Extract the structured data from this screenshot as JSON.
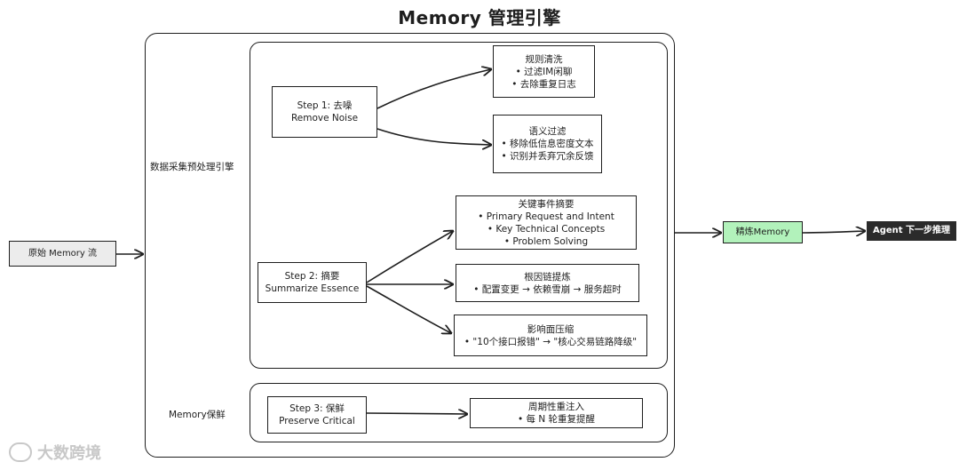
{
  "title": "Memory 管理引擎",
  "input": {
    "label": "原始 Memory 流"
  },
  "engine_label": "数据采集预处理引擎",
  "memory_keep_label": "Memory保鲜",
  "step1": {
    "line1": "Step 1: 去噪",
    "line2": "Remove Noise"
  },
  "step2": {
    "line1": "Step 2: 摘要",
    "line2": "Summarize Essence"
  },
  "step3": {
    "line1": "Step 3: 保鲜",
    "line2": "Preserve Critical"
  },
  "rule_clean": {
    "title": "规则清洗",
    "items": [
      "• 过滤IM闲聊",
      "• 去除重复日志"
    ]
  },
  "semantic_filter": {
    "title": "语义过滤",
    "items": [
      "• 移除低信息密度文本",
      "• 识别并丢弃冗余反馈"
    ]
  },
  "key_events": {
    "title": "关键事件摘要",
    "items": [
      "• Primary Request and Intent",
      "• Key Technical Concepts",
      "• Problem Solving"
    ]
  },
  "root_cause": {
    "title": "根因链提炼",
    "items": [
      "• 配置变更 → 依赖雪崩 → 服务超时"
    ]
  },
  "impact": {
    "title": "影响面压缩",
    "items": [
      "• \"10个接口报错\" → \"核心交易链路降级\""
    ]
  },
  "reinject": {
    "title": "周期性重注入",
    "items": [
      "• 每 N 轮重复提醒"
    ]
  },
  "refined": {
    "label": "精炼Memory"
  },
  "agent": {
    "label": "Agent 下一步推理"
  },
  "watermark": "大数跨境",
  "colors": {
    "refined_fill": "#b2f2bb",
    "agent_fill": "#2b2b2b",
    "input_fill": "#ececec"
  }
}
